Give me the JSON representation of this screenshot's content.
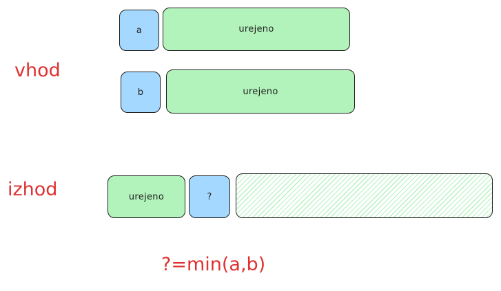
{
  "labels": {
    "input": "vhod",
    "output": "izhod",
    "formula": "?=min(a,b)"
  },
  "input_rows": [
    {
      "key": "a",
      "value": "urejeno"
    },
    {
      "key": "b",
      "value": "urejeno"
    }
  ],
  "output_row": {
    "sorted": "urejeno",
    "unknown": "?",
    "remaining": ""
  },
  "colors": {
    "blue_fill": "#a5d8ff",
    "green_fill": "#b2f2bb",
    "stroke": "#1e1e1e",
    "label_red": "#e03131"
  }
}
